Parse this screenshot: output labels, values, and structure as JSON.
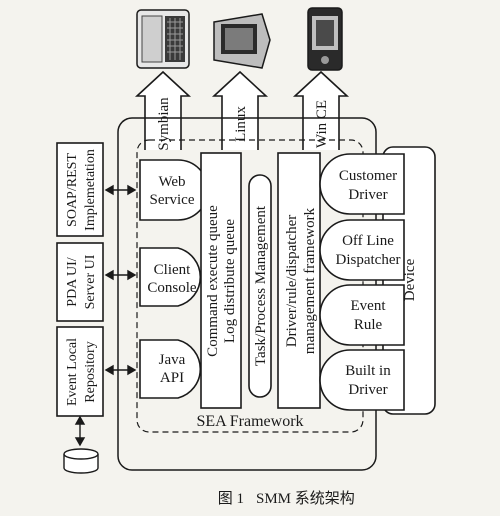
{
  "devices": [
    {
      "name": "Symbian",
      "icon": "smartphone-keyboard-icon"
    },
    {
      "name": "Linux",
      "icon": "pda-device-icon"
    },
    {
      "name": "Win CE",
      "icon": "handheld-device-icon"
    }
  ],
  "left_boxes": [
    {
      "line1": "SOAP/REST",
      "line2": "Implemetation"
    },
    {
      "line1": "PDA UI/",
      "line2": "Server UI"
    },
    {
      "line1": "Event Local",
      "line2": "Repository"
    }
  ],
  "interfaces": [
    {
      "line1": "Web",
      "line2": "Service"
    },
    {
      "line1": "Client",
      "line2": "Console"
    },
    {
      "line1": "Java",
      "line2": "API"
    }
  ],
  "queue_column": {
    "line1": "Command execute queue",
    "line2": "Log distribute queue"
  },
  "task_column": {
    "label": "Task/Process Management"
  },
  "driver_column": {
    "line1": "Driver/rule/dispatcher",
    "line2": "management framework"
  },
  "right_components": [
    {
      "line1": "Customer",
      "line2": "Driver"
    },
    {
      "line1": "Off Line",
      "line2": "Dispatcher"
    },
    {
      "line1": "Event",
      "line2": "Rule"
    },
    {
      "line1": "Built in",
      "line2": "Driver"
    }
  ],
  "device_label": "Device",
  "framework_label": "SEA Framework",
  "caption": {
    "figure": "图 1",
    "text": "SMM 系统架构"
  }
}
